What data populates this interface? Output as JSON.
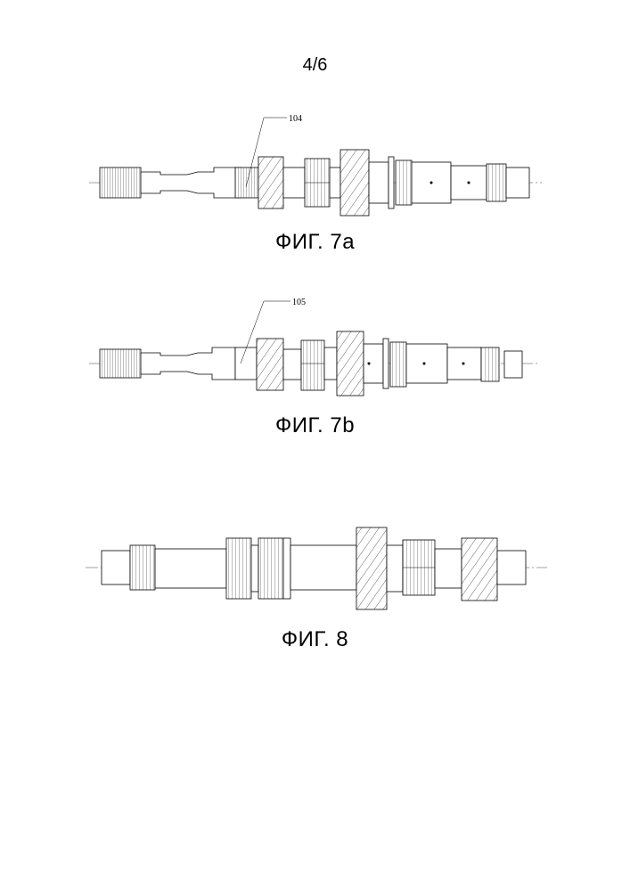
{
  "page": {
    "number": "4/6"
  },
  "figures": [
    {
      "caption": "ФИГ. 7a",
      "reference": "104"
    },
    {
      "caption": "ФИГ. 7b",
      "reference": "105"
    },
    {
      "caption": "ФИГ. 8"
    }
  ]
}
